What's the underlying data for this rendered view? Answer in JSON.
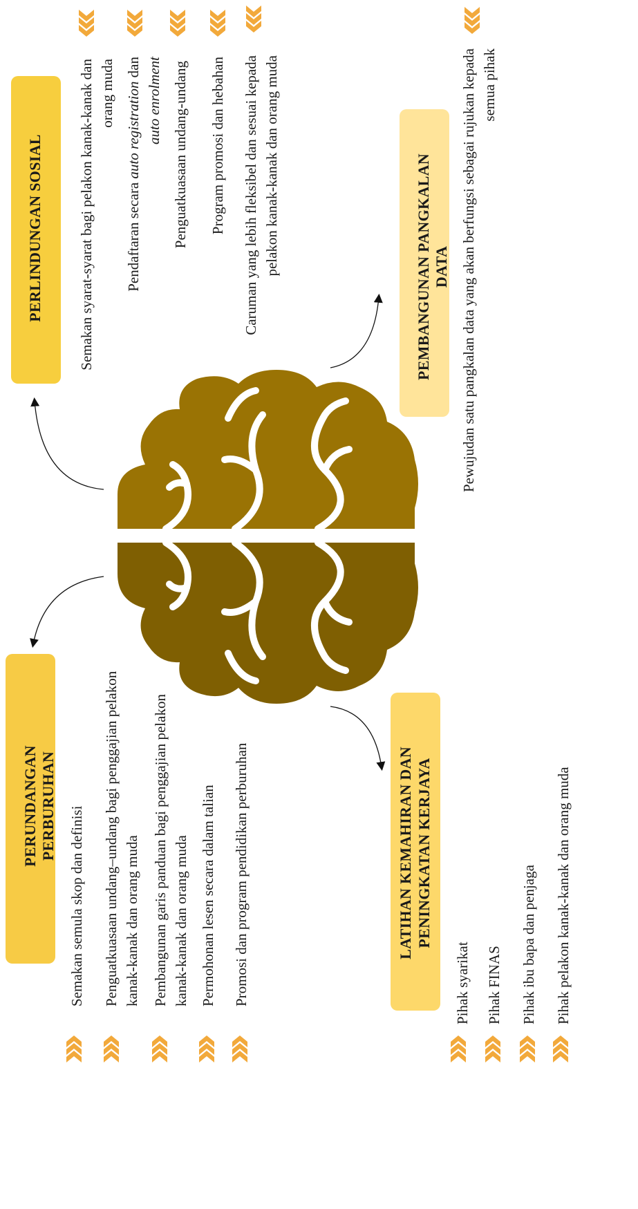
{
  "colors": {
    "box_perlindungan": "#f7ce3e",
    "box_perundangan": "#f7cb45",
    "box_pangkalan": "#ffe49a",
    "box_latihan": "#fdd86a",
    "chevron": "#f2a93b",
    "brain_top": "#9a7304",
    "brain_bottom": "#7f5f02"
  },
  "sections": {
    "perlindungan": {
      "title": "PERLINDUNGAN SOSIAL",
      "items": [
        {
          "text": "Semakan syarat-syarat bagi pelakon kanak-kanak dan orang muda"
        },
        {
          "text_before": "Pendaftaran secara ",
          "text_italic": "auto registration",
          "text_mid": " dan ",
          "text_italic2": "auto enrolment"
        },
        {
          "text": "Penguatkuasaan undang-undang"
        },
        {
          "text": "Program promosi dan hebahan"
        },
        {
          "text": "Caruman yang lebih fleksibel dan sesuai kepada pelakon kanak-kanak dan orang muda"
        }
      ]
    },
    "pangkalan": {
      "title": "PEMBANGUNAN PANGKALAN DATA",
      "items": [
        {
          "text": "Pewujudan satu pangkalan data yang akan berfungsi sebagai rujukan kepada semua pihak"
        }
      ]
    },
    "perundangan": {
      "title": "PERUNDANGAN PERBURUHAN",
      "items": [
        {
          "text": "Semakan semula skop dan definisi"
        },
        {
          "text": "Penguatkuasaan undang–undang bagi penggajian pelakon kanak-kanak dan orang muda"
        },
        {
          "text": "Pembangunan garis panduan bagi penggajian pelakon kanak-kanak dan orang muda"
        },
        {
          "text": "Permohonan lesen secara dalam talian"
        },
        {
          "text": "Promosi dan program pendidikan perburuhan"
        }
      ]
    },
    "latihan": {
      "title_line1": "LATIHAN KEMAHIRAN DAN",
      "title_line2": "PENINGKATAN KERJAYA",
      "items": [
        {
          "text": "Pihak syarikat"
        },
        {
          "text": "Pihak FINAS"
        },
        {
          "text": "Pihak ibu bapa dan penjaga"
        },
        {
          "text": "Pihak pelakon kanak-kanak dan orang muda"
        }
      ]
    }
  }
}
